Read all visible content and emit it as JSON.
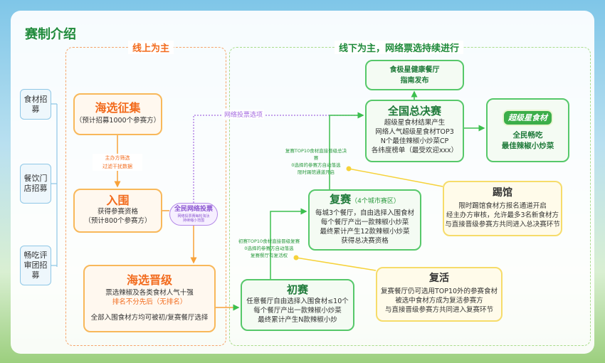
{
  "title": "赛制介绍",
  "side_labels": [
    "食材招募",
    "餐饮门店招募",
    "畅吃评审团招募"
  ],
  "regions": {
    "online": "线上为主",
    "offline": "线下为主，网络票选持续进行"
  },
  "haixuan_zhengji": {
    "title": "海选征集",
    "lines": [
      "（预计招募1000个参赛方）"
    ]
  },
  "filter_note": [
    "主办方筛选",
    "过滤干扰数据"
  ],
  "ruwei": {
    "title": "入围",
    "lines": [
      "获得参赛资格",
      "（预计800个参赛方）"
    ]
  },
  "vote": {
    "title": "全民网络投票",
    "lines": [
      "网络投票赛每轮淘汰",
      "持续缩小范围"
    ]
  },
  "haixuan_jinji": {
    "title": "海选晋级",
    "lines": [
      "票选辣椒及各类食材人气十强",
      "排名不分先后（无排名）",
      "全部入围食材方均可被初/复赛餐厅选择"
    ]
  },
  "vote_option_label": "网络投票选项",
  "chusai": {
    "title": "初赛",
    "lines": [
      "任意餐厅自由选择入围食材≤10个",
      "每个餐厅产出一款辣椒小炒菜",
      "最终累计产生N款辣椒小炒"
    ]
  },
  "chusai_note": [
    "初赛TOP10食材直接晋级复赛",
    "0选择的参赛方自动落选",
    "复赛餐厅有复活权"
  ],
  "fusai": {
    "title": "复赛",
    "subtitle": "（4个城市赛区）",
    "lines": [
      "每城3个餐厅，自由选择入围食材",
      "每个餐厅产出一款辣椒小炒菜",
      "最终累计产生12款辣椒小炒菜",
      "获得总决赛资格"
    ]
  },
  "fusai_note": [
    "复赛TOP10食材直接晋级总决赛",
    "0选择的参赛方自动落选",
    "限时踢馆通道开启"
  ],
  "final": {
    "title": "全国总决赛",
    "lines": [
      "超级星食材结果产生",
      "网络人气超级星食材TOP3",
      "N个最佳辣椒小炒菜CP",
      "各纬度榜单（最受欢迎xxx）"
    ]
  },
  "guide": {
    "lines": [
      "食极星健康餐厅",
      "指南发布"
    ]
  },
  "superstar": {
    "logo": "超级星食材",
    "lines": [
      "全民畅吃",
      "最佳辣椒小炒菜"
    ]
  },
  "tiguan": {
    "title": "踢馆",
    "lines": [
      "限时踢馆食材方报名通道开启",
      "经主办方审核，允许最多3名新食材方",
      "与直接晋级参赛方共同进入总决赛环节"
    ]
  },
  "fuhuo": {
    "title": "复活",
    "lines": [
      "复赛餐厅仍可选用TOP10外的参赛食材",
      "被选中食材方成为复活参赛方",
      "与直接晋级参赛方共同进入复赛环节"
    ]
  }
}
